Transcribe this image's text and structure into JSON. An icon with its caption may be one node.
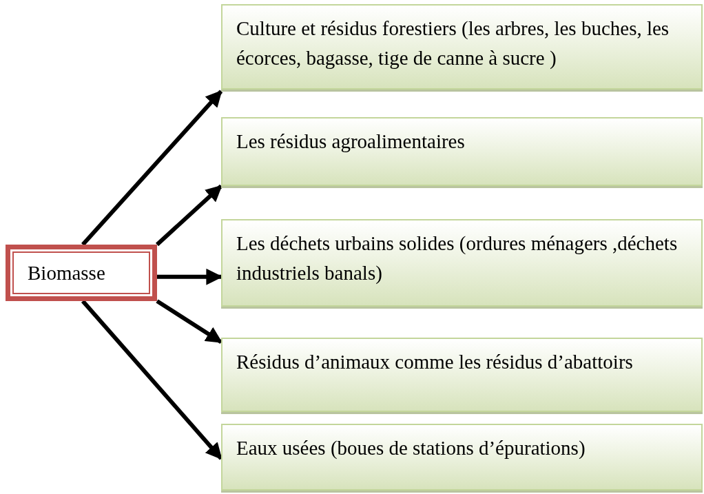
{
  "diagram": {
    "nodes": [
      {
        "text": [
          "Biomasse"
        ]
      },
      {
        "text": [
          "Culture et résidus forestiers (les arbres, les buches, les écorces, bagasse, tige de canne à sucre )"
        ]
      },
      {
        "text": [
          "Les résidus agroalimentaires"
        ]
      },
      {
        "text": [
          "Les déchets urbains solides (ordures ménagers ,déchets industriels banals)"
        ]
      },
      {
        "text": [
          "Résidus d’animaux comme les résidus d’abattoirs"
        ]
      },
      {
        "text": [
          "Eaux usées (boues de stations d’épurations)"
        ]
      }
    ],
    "edges": [
      {
        "from": 0,
        "to": 1,
        "arrow": "to"
      },
      {
        "from": 0,
        "to": 2,
        "arrow": "to"
      },
      {
        "from": 0,
        "to": 3,
        "arrow": "to"
      },
      {
        "from": 0,
        "to": 4,
        "arrow": "to"
      },
      {
        "from": 0,
        "to": 5,
        "arrow": "to"
      }
    ]
  }
}
